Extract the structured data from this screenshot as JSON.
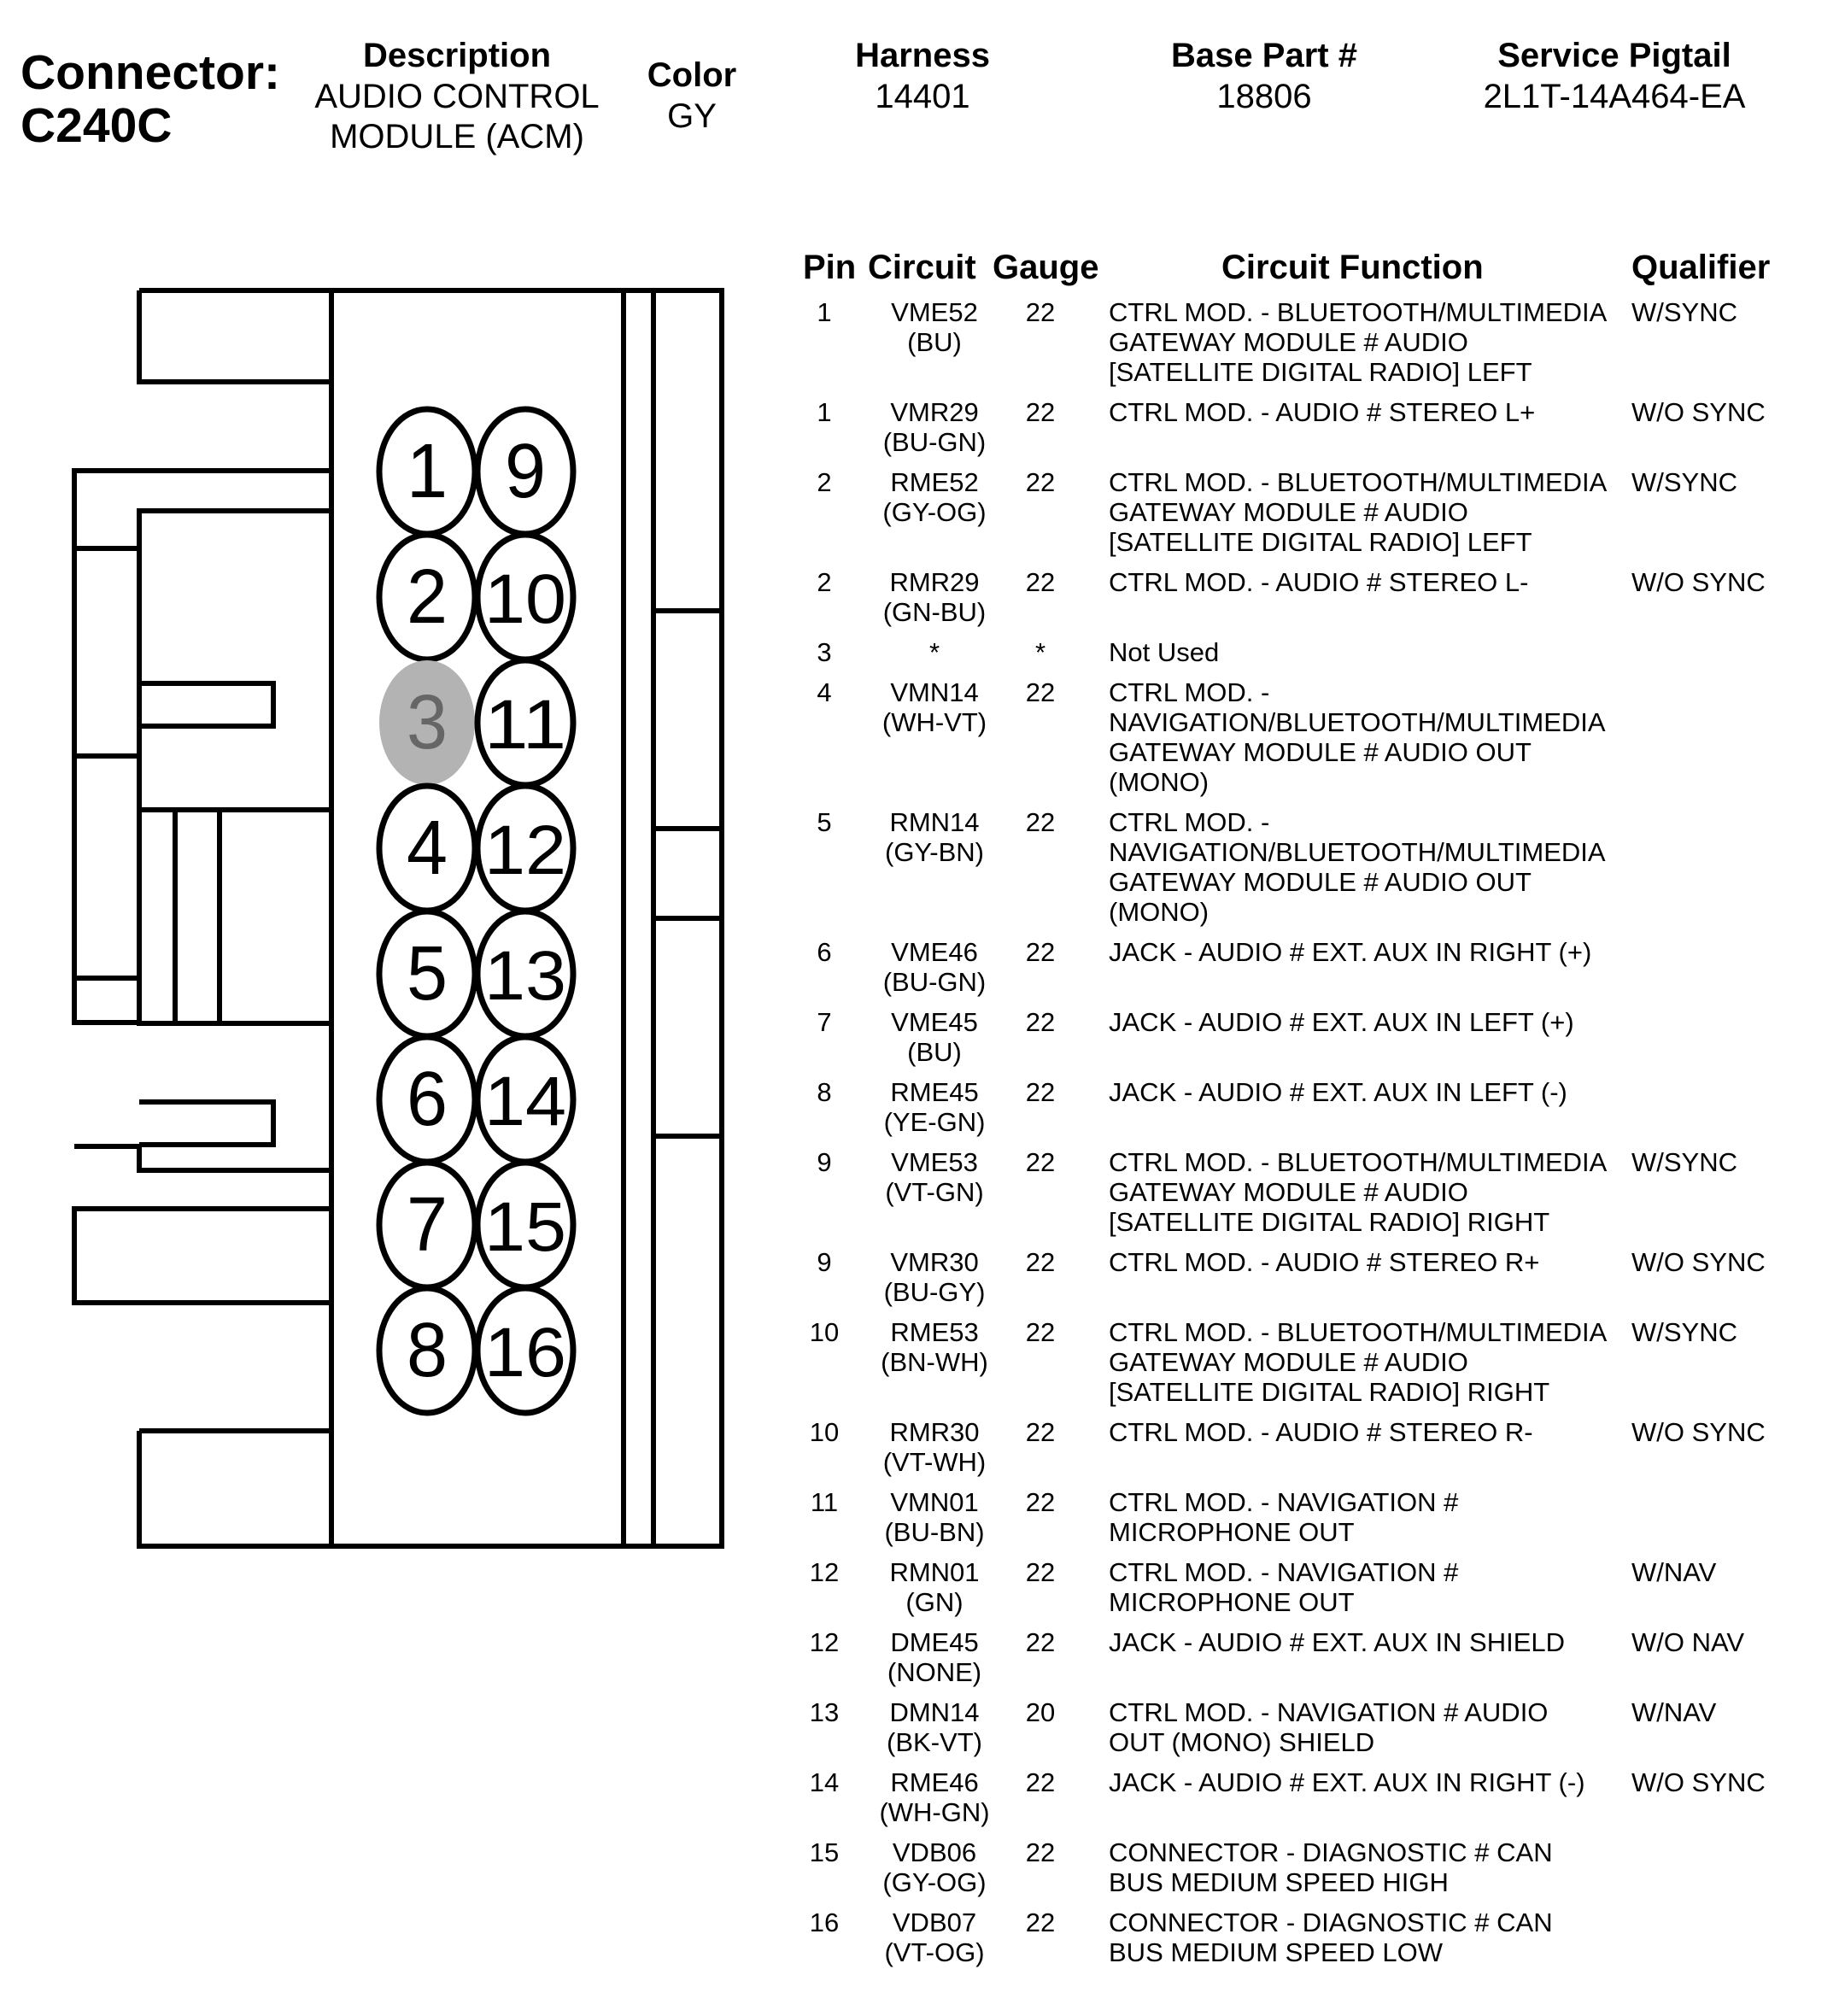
{
  "header": {
    "connector_label": "Connector:",
    "connector_id": "C240C",
    "description_label": "Description",
    "description_line1": "AUDIO CONTROL",
    "description_line2": "MODULE (ACM)",
    "color_label": "Color",
    "color_value": "GY",
    "harness_label": "Harness",
    "harness_value": "14401",
    "base_part_label": "Base Part #",
    "base_part_value": "18806",
    "pigtail_label": "Service Pigtail",
    "pigtail_value": "2L1T-14A464-EA"
  },
  "table": {
    "headers": {
      "pin": "Pin",
      "circuit": "Circuit",
      "gauge": "Gauge",
      "function": "Circuit Function",
      "qualifier": "Qualifier"
    },
    "rows": [
      {
        "pin": "1",
        "circuit": "VME52",
        "color": "(BU)",
        "gauge": "22",
        "function": [
          "CTRL MOD. - BLUETOOTH/MULTIMEDIA",
          "GATEWAY MODULE # AUDIO",
          "[SATELLITE DIGITAL RADIO] LEFT"
        ],
        "qualifier": "W/SYNC"
      },
      {
        "pin": "1",
        "circuit": "VMR29",
        "color": "(BU-GN)",
        "gauge": "22",
        "function": [
          "CTRL MOD. - AUDIO # STEREO L+"
        ],
        "qualifier": "W/O SYNC"
      },
      {
        "pin": "2",
        "circuit": "RME52",
        "color": "(GY-OG)",
        "gauge": "22",
        "function": [
          "CTRL MOD. - BLUETOOTH/MULTIMEDIA",
          "GATEWAY MODULE # AUDIO",
          "[SATELLITE DIGITAL RADIO] LEFT"
        ],
        "qualifier": "W/SYNC"
      },
      {
        "pin": "2",
        "circuit": "RMR29",
        "color": "(GN-BU)",
        "gauge": "22",
        "function": [
          "CTRL MOD. - AUDIO # STEREO L-"
        ],
        "qualifier": "W/O SYNC"
      },
      {
        "pin": "3",
        "circuit": "*",
        "color": "",
        "gauge": "*",
        "function": [
          "Not Used"
        ],
        "qualifier": ""
      },
      {
        "pin": "4",
        "circuit": "VMN14",
        "color": "(WH-VT)",
        "gauge": "22",
        "function": [
          "CTRL MOD. -",
          "NAVIGATION/BLUETOOTH/MULTIMEDIA",
          "GATEWAY MODULE # AUDIO OUT",
          "(MONO)"
        ],
        "qualifier": ""
      },
      {
        "pin": "5",
        "circuit": "RMN14",
        "color": "(GY-BN)",
        "gauge": "22",
        "function": [
          "CTRL MOD. -",
          "NAVIGATION/BLUETOOTH/MULTIMEDIA",
          "GATEWAY MODULE # AUDIO OUT",
          "(MONO)"
        ],
        "qualifier": ""
      },
      {
        "pin": "6",
        "circuit": "VME46",
        "color": "(BU-GN)",
        "gauge": "22",
        "function": [
          "JACK - AUDIO # EXT. AUX IN RIGHT (+)"
        ],
        "qualifier": ""
      },
      {
        "pin": "7",
        "circuit": "VME45",
        "color": "(BU)",
        "gauge": "22",
        "function": [
          "JACK - AUDIO # EXT. AUX IN LEFT (+)"
        ],
        "qualifier": ""
      },
      {
        "pin": "8",
        "circuit": "RME45",
        "color": "(YE-GN)",
        "gauge": "22",
        "function": [
          "JACK - AUDIO # EXT. AUX IN LEFT (-)"
        ],
        "qualifier": ""
      },
      {
        "pin": "9",
        "circuit": "VME53",
        "color": "(VT-GN)",
        "gauge": "22",
        "function": [
          "CTRL MOD. - BLUETOOTH/MULTIMEDIA",
          "GATEWAY MODULE # AUDIO",
          "[SATELLITE DIGITAL RADIO] RIGHT"
        ],
        "qualifier": "W/SYNC"
      },
      {
        "pin": "9",
        "circuit": "VMR30",
        "color": "(BU-GY)",
        "gauge": "22",
        "function": [
          "CTRL MOD. - AUDIO # STEREO R+"
        ],
        "qualifier": "W/O SYNC"
      },
      {
        "pin": "10",
        "circuit": "RME53",
        "color": "(BN-WH)",
        "gauge": "22",
        "function": [
          "CTRL MOD. - BLUETOOTH/MULTIMEDIA",
          "GATEWAY MODULE # AUDIO",
          "[SATELLITE DIGITAL RADIO] RIGHT"
        ],
        "qualifier": "W/SYNC"
      },
      {
        "pin": "10",
        "circuit": "RMR30",
        "color": "(VT-WH)",
        "gauge": "22",
        "function": [
          "CTRL MOD. - AUDIO # STEREO R-"
        ],
        "qualifier": "W/O SYNC"
      },
      {
        "pin": "11",
        "circuit": "VMN01",
        "color": "(BU-BN)",
        "gauge": "22",
        "function": [
          "CTRL MOD. - NAVIGATION #",
          "MICROPHONE OUT"
        ],
        "qualifier": ""
      },
      {
        "pin": "12",
        "circuit": "RMN01",
        "color": "(GN)",
        "gauge": "22",
        "function": [
          "CTRL MOD. - NAVIGATION #",
          "MICROPHONE OUT"
        ],
        "qualifier": "W/NAV"
      },
      {
        "pin": "12",
        "circuit": "DME45",
        "color": "(NONE)",
        "gauge": "22",
        "function": [
          "JACK - AUDIO # EXT. AUX IN SHIELD"
        ],
        "qualifier": "W/O NAV"
      },
      {
        "pin": "13",
        "circuit": "DMN14",
        "color": "(BK-VT)",
        "gauge": "20",
        "function": [
          "CTRL MOD. - NAVIGATION # AUDIO",
          "OUT (MONO) SHIELD"
        ],
        "qualifier": "W/NAV"
      },
      {
        "pin": "14",
        "circuit": "RME46",
        "color": "(WH-GN)",
        "gauge": "22",
        "function": [
          "JACK - AUDIO # EXT. AUX IN RIGHT (-)"
        ],
        "qualifier": "W/O SYNC"
      },
      {
        "pin": "15",
        "circuit": "VDB06",
        "color": "(GY-OG)",
        "gauge": "22",
        "function": [
          "CONNECTOR - DIAGNOSTIC # CAN",
          "BUS MEDIUM SPEED HIGH"
        ],
        "qualifier": ""
      },
      {
        "pin": "16",
        "circuit": "VDB07",
        "color": "(VT-OG)",
        "gauge": "22",
        "function": [
          "CONNECTOR - DIAGNOSTIC # CAN",
          "BUS MEDIUM SPEED LOW"
        ],
        "qualifier": ""
      }
    ]
  },
  "connector": {
    "left_column": [
      "1",
      "2",
      "3",
      "4",
      "5",
      "6",
      "7",
      "8"
    ],
    "right_column": [
      "9",
      "10",
      "11",
      "12",
      "13",
      "14",
      "15",
      "16"
    ],
    "unused_pin": "3",
    "unused_fill": "#b3b3b3"
  }
}
